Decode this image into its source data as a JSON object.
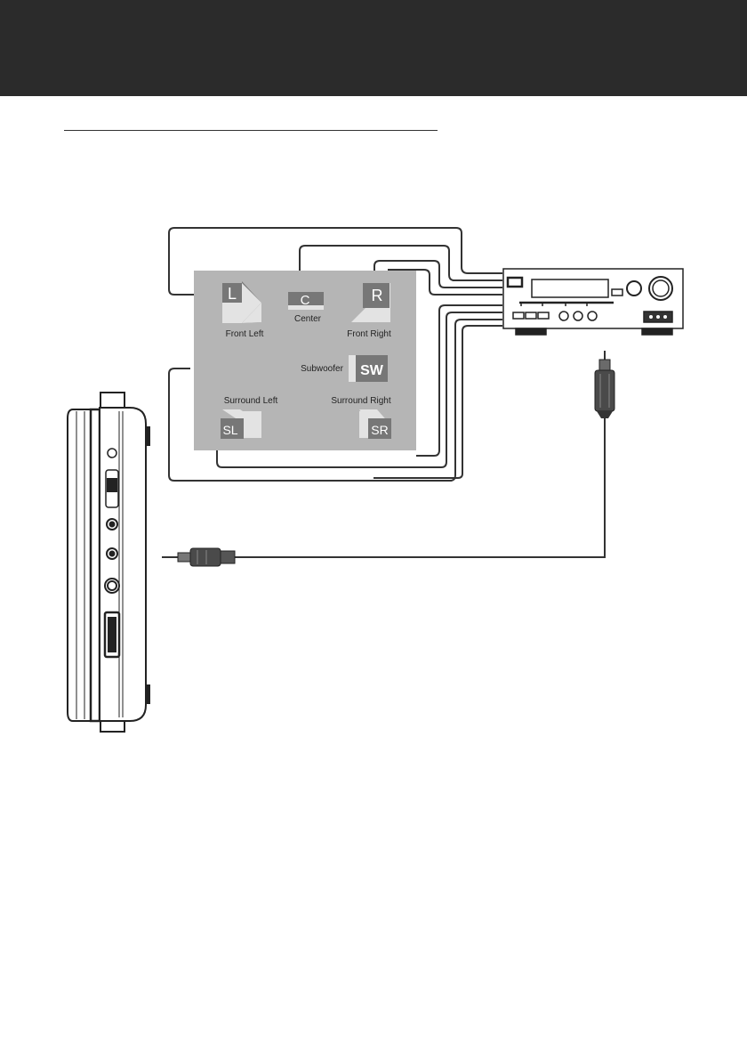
{
  "colors": {
    "header": "#2b2b2b",
    "room_panel": "#b5b5b5",
    "speaker_face": "#777777",
    "speaker_side": "#e3e3e3",
    "cable": "#333333",
    "device_outline": "#222222"
  },
  "speakers": {
    "front_left": {
      "letter": "L",
      "label": "Front Left"
    },
    "center": {
      "letter": "C",
      "label": "Center"
    },
    "front_right": {
      "letter": "R",
      "label": "Front Right"
    },
    "subwoofer": {
      "letter": "SW",
      "label": "Subwoofer"
    },
    "surround_left": {
      "letter": "SL",
      "label": "Surround Left"
    },
    "surround_right": {
      "letter": "SR",
      "label": "Surround Right"
    }
  },
  "icons": {
    "receiver": "av-receiver-icon",
    "player": "portable-dvd-player-side-icon",
    "coaxial_plug": "coaxial-plug-icon",
    "mini_plug": "3.5mm-plug-icon"
  }
}
